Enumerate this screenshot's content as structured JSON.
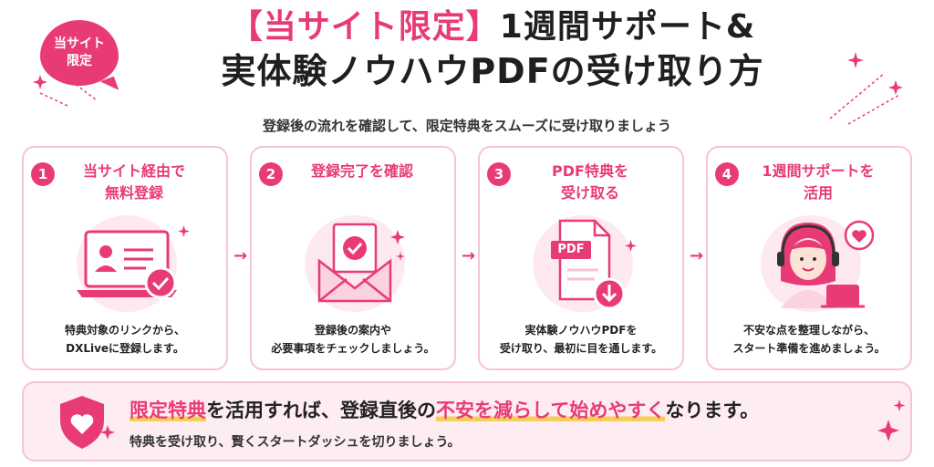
{
  "badge": {
    "line1": "当サイト",
    "line2": "限定"
  },
  "title": {
    "highlight": "【当サイト限定】",
    "rest1": "1週間サポート&",
    "line2": "実体験ノウハウPDFの受け取り方"
  },
  "subtitle": "登録後の流れを確認して、限定特典をスムーズに受け取りましょう",
  "steps": [
    {
      "number": "1",
      "title_line1": "当サイト経由で",
      "title_line2": "無料登録",
      "desc_line1": "特典対象のリンクから、",
      "desc_line2": "DXLiveに登録します。",
      "icon": "laptop-profile-icon"
    },
    {
      "number": "2",
      "title_line1": "登録完了を確認",
      "title_line2": "",
      "desc_line1": "登録後の案内や",
      "desc_line2": "必要事項をチェックしましょう。",
      "icon": "envelope-check-icon"
    },
    {
      "number": "3",
      "title_line1": "PDF特典を",
      "title_line2": "受け取る",
      "desc_line1": "実体験ノウハウPDFを",
      "desc_line2": "受け取り、最初に目を通します。",
      "icon": "pdf-download-icon",
      "pdf_label": "PDF"
    },
    {
      "number": "4",
      "title_line1": "1週間サポートを",
      "title_line2": "活用",
      "desc_line1": "不安な点を整理しながら、",
      "desc_line2": "スタート準備を進めましょう。",
      "icon": "support-headset-icon"
    }
  ],
  "arrow_glyph": "→",
  "banner": {
    "part1": "限定特典",
    "part2": "を活用すれば、登録直後の",
    "part3": "不安を減らして始めやすく",
    "part4": "なります。",
    "sub": "特典を受け取り、賢くスタートダッシュを切りましょう。"
  },
  "colors": {
    "accent": "#e93a78",
    "border": "#f7c3d5",
    "banner_bg": "#fdedf2",
    "underline": "#f6cf5a"
  }
}
